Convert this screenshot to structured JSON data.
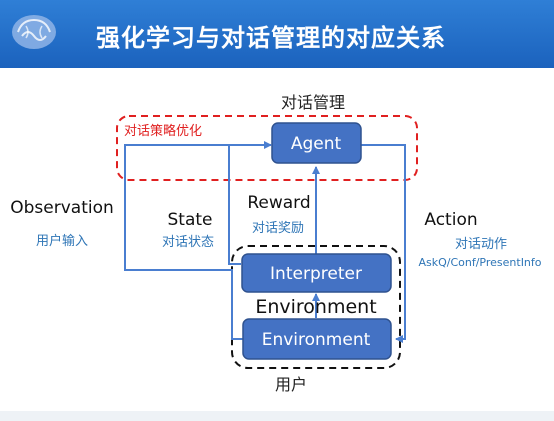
{
  "header": {
    "title": "强化学习与对话管理的对应关系"
  },
  "diagram": {
    "dm_group_label": "对话管理",
    "policy_label": "对话策略优化",
    "agent_label": "Agent",
    "interpreter_label": "Interpreter",
    "environment_box_label": "Environment",
    "environment_group_label": "Environment",
    "user_label": "用户",
    "observation": {
      "en": "Observation",
      "zh": "用户输入"
    },
    "state": {
      "en": "State",
      "zh": "对话状态"
    },
    "reward": {
      "en": "Reward",
      "zh": "对话奖励"
    },
    "action": {
      "en": "Action",
      "zh": "对话动作",
      "detail": "AskQ/Conf/PresentInfo"
    }
  },
  "colors": {
    "header_blue": "#1f6ac8",
    "node_blue": "#4472c4",
    "arrow_blue": "#4a7ed0",
    "red_dashed": "#e02020",
    "label_blue": "#2e75b6"
  }
}
